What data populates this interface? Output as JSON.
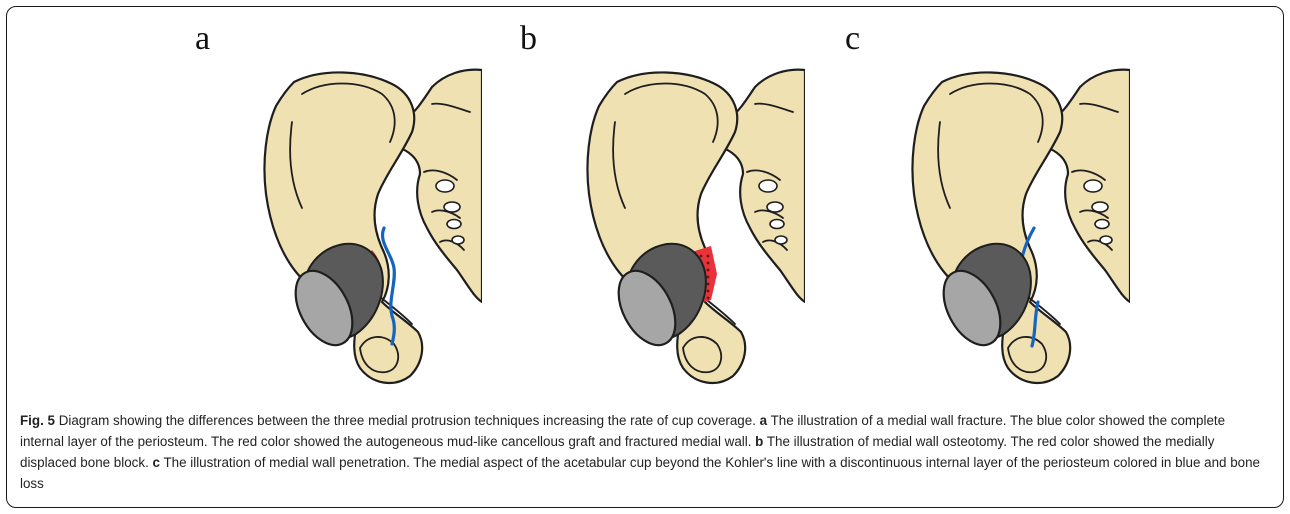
{
  "panels": [
    {
      "label": "a",
      "variant": "medial-wall-fracture"
    },
    {
      "label": "b",
      "variant": "medial-wall-osteotomy"
    },
    {
      "label": "c",
      "variant": "medial-wall-penetration"
    }
  ],
  "colors": {
    "bone": "#f0e1b3",
    "outline": "#1e1e1e",
    "periosteum": "#1565c0",
    "graft": "#e8333a",
    "cup_shell": "#5a5a5a",
    "cup_face": "#a6a6a6"
  },
  "caption": {
    "fig_label": "Fig. 5",
    "intro": " Diagram showing the differences between the three medial protrusion techniques increasing the rate of cup coverage. ",
    "a_label": "a",
    "a_text": " The illustration of a medial wall fracture. The blue color showed the complete internal layer of the periosteum. The red color showed the autogeneous mud-like cancellous graft and fractured medial wall. ",
    "b_label": "b",
    "b_text": " The illustration of medial wall osteotomy. The red color showed the medially displaced bone block. ",
    "c_label": "c",
    "c_text": " The illustration of medial wall penetration. The medial aspect of the acetabular cup beyond the Kohler's line with a discontinuous internal layer of the periosteum colored in blue and bone loss"
  }
}
